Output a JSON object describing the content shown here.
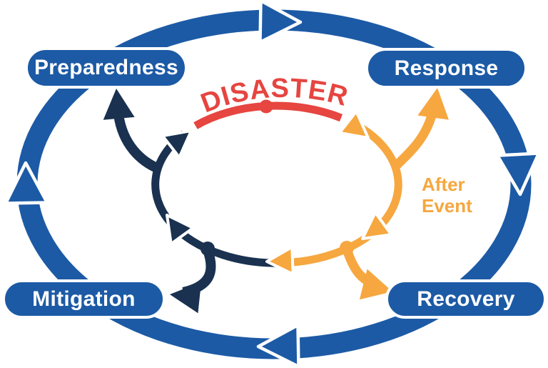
{
  "diagram": {
    "disaster_label": "DISASTER",
    "after_event": {
      "line1": "After",
      "line2": "Event"
    },
    "phases": [
      {
        "label": "Preparedness"
      },
      {
        "label": "Response"
      },
      {
        "label": "Recovery"
      },
      {
        "label": "Mitigation"
      }
    ]
  },
  "colors": {
    "blue": "#1c5aa5",
    "navy": "#1a3150",
    "orange": "#f6a73f",
    "red": "#e64540",
    "bg": "#ffffff",
    "label": "#ffffff"
  }
}
